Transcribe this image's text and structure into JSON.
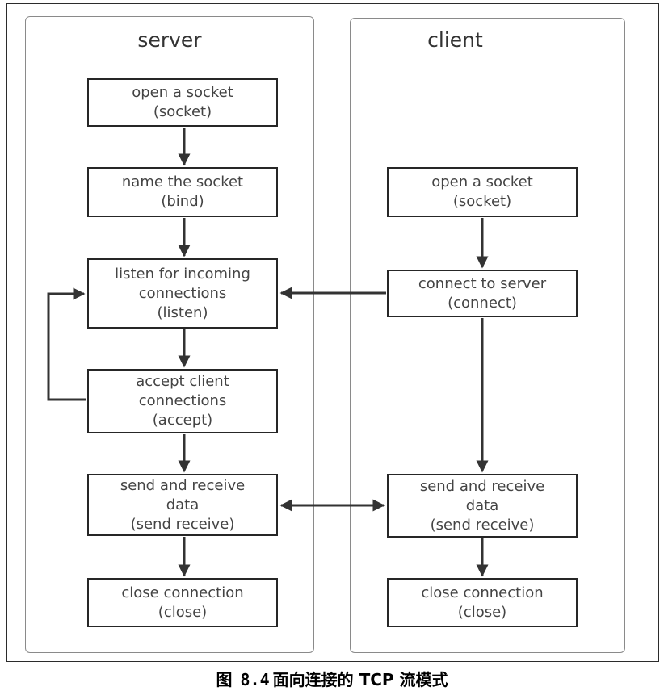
{
  "lanes": {
    "server": {
      "title": "server"
    },
    "client": {
      "title": "client"
    }
  },
  "server_steps": [
    {
      "lines": [
        "open a socket",
        "(socket)"
      ]
    },
    {
      "lines": [
        "name the socket",
        "(bind)"
      ]
    },
    {
      "lines": [
        "listen for incoming",
        "connections",
        "(listen)"
      ]
    },
    {
      "lines": [
        "accept client",
        "connections",
        "(accept)"
      ]
    },
    {
      "lines": [
        "send and receive",
        "data",
        "(send receive)"
      ]
    },
    {
      "lines": [
        "close connection",
        "(close)"
      ]
    }
  ],
  "client_steps": [
    {
      "lines": [
        "open a socket",
        "(socket)"
      ]
    },
    {
      "lines": [
        "connect to server",
        "(connect)"
      ]
    },
    {
      "lines": [
        "send and receive",
        "data",
        "(send receive)"
      ]
    },
    {
      "lines": [
        "close connection",
        "(close)"
      ]
    }
  ],
  "caption": {
    "prefix": "图",
    "number": "8.4",
    "text": "面向连接的 TCP 流模式"
  }
}
